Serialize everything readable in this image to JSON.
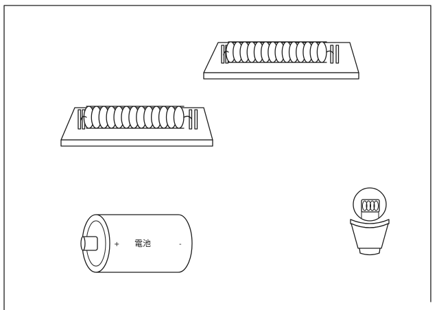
{
  "battery": {
    "label": "電池",
    "plus": "+",
    "minus": "-"
  },
  "coils": [
    {
      "turns": 14
    },
    {
      "turns": 13
    }
  ],
  "bulb": {
    "filament_loops": 4
  },
  "colors": {
    "line": "#1a1a1a",
    "background": "#ffffff"
  }
}
